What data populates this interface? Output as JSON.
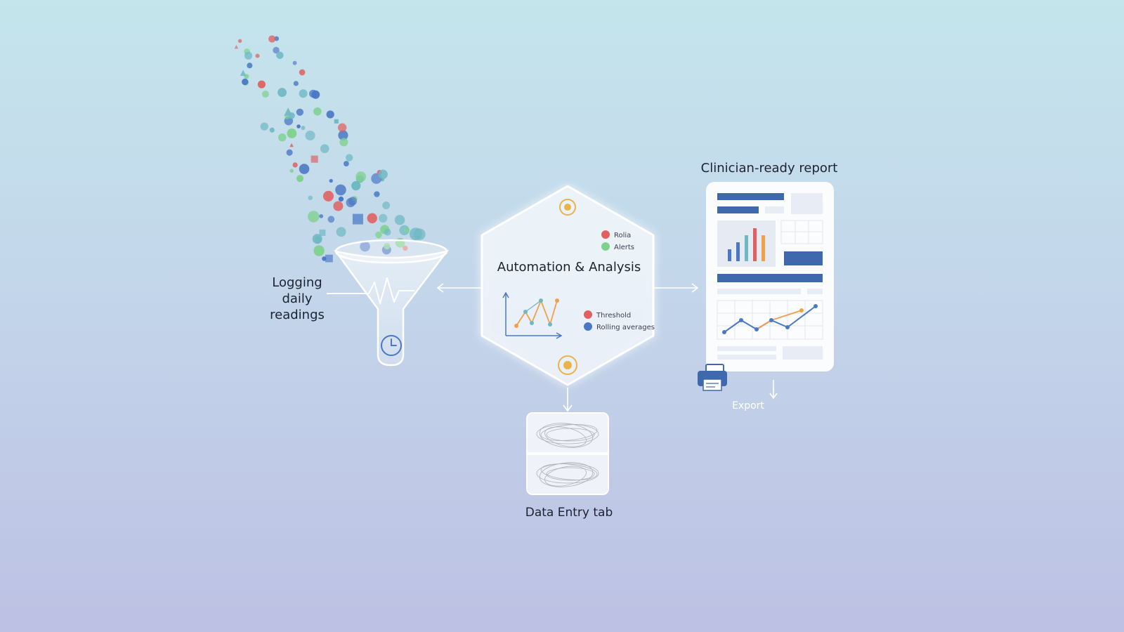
{
  "labels": {
    "logging": [
      "Logging",
      "daily",
      "readings"
    ],
    "automation_title": "Automation & Analysis",
    "report_title": "Clinician-ready report",
    "data_entry": "Data Entry tab",
    "export": "Export"
  },
  "legend": {
    "top": [
      {
        "label": "Rolia",
        "color": "#e06060"
      },
      {
        "label": "Alerts",
        "color": "#7fd18e"
      }
    ],
    "bottom": [
      {
        "label": "Threshold",
        "color": "#e06060"
      },
      {
        "label": "Rolling averages",
        "color": "#4a78c4"
      }
    ]
  },
  "colors": {
    "red": "#e06060",
    "blue": "#4a78c4",
    "teal": "#6fb8c4",
    "green": "#7fd18e",
    "orange": "#f0a04a",
    "gold": "#e8b44a",
    "report_blue": "#3f69ad"
  },
  "icons": [
    "clock-icon",
    "printer-icon",
    "target-icon",
    "export-arrow-icon",
    "heartbeat-icon"
  ]
}
